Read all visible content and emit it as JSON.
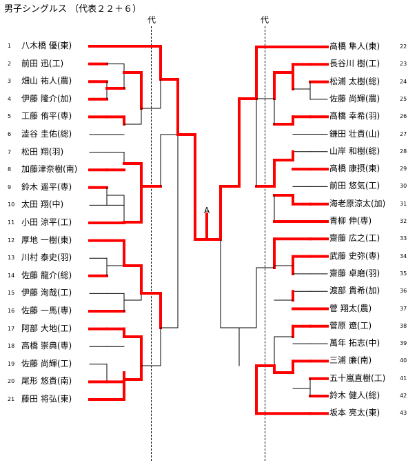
{
  "title": "男子シングルス （代表２２＋６）",
  "marks": {
    "left": "代",
    "right": "代",
    "center": "A"
  },
  "colors": {
    "line": "#000000",
    "win": "#ff0000"
  },
  "left_players": [
    {
      "seed": "1",
      "name": "八木橋 優(東)"
    },
    {
      "seed": "2",
      "name": "前田 迅(工)"
    },
    {
      "seed": "3",
      "name": "畑山 祐人(農)"
    },
    {
      "seed": "4",
      "name": "伊藤 隆介(加)"
    },
    {
      "seed": "5",
      "name": "工藤 侑平(専)"
    },
    {
      "seed": "6",
      "name": "澁谷 圭佑(総)"
    },
    {
      "seed": "7",
      "name": "松田 翔(羽)"
    },
    {
      "seed": "8",
      "name": "加藤津奈樹(南)"
    },
    {
      "seed": "9",
      "name": "鈴木 遥平(専)"
    },
    {
      "seed": "10",
      "name": "太田 翔(中)"
    },
    {
      "seed": "11",
      "name": "小田 涼平(工)"
    },
    {
      "seed": "12",
      "name": "厚地 一樹(東)"
    },
    {
      "seed": "13",
      "name": "川村 泰史(羽)"
    },
    {
      "seed": "14",
      "name": "佐藤 龍介(総)"
    },
    {
      "seed": "15",
      "name": "伊藤 洵哉(工)"
    },
    {
      "seed": "16",
      "name": "佐藤 一馬(専)"
    },
    {
      "seed": "17",
      "name": "阿部 大地(工)"
    },
    {
      "seed": "18",
      "name": "高橋 崇典(専)"
    },
    {
      "seed": "19",
      "name": "佐藤 尚輝(工)"
    },
    {
      "seed": "20",
      "name": "尾形 悠貴(南)"
    },
    {
      "seed": "21",
      "name": "藤田 将弘(東)"
    }
  ],
  "right_players": [
    {
      "seed": "22",
      "name": "髙橋 隼人(東)"
    },
    {
      "seed": "23",
      "name": "長谷川 樹(工)"
    },
    {
      "seed": "24",
      "name": "松浦 太樹(総)"
    },
    {
      "seed": "25",
      "name": "佐藤 尚輝(農)"
    },
    {
      "seed": "26",
      "name": "髙橋 幸希(羽)"
    },
    {
      "seed": "27",
      "name": "鎌田 壮貴(山)"
    },
    {
      "seed": "28",
      "name": "山岸 和樹(総)"
    },
    {
      "seed": "29",
      "name": "髙橋 康摂(東)"
    },
    {
      "seed": "30",
      "name": "前田 悠気(工)"
    },
    {
      "seed": "31",
      "name": "海老原涼太(加)"
    },
    {
      "seed": "32",
      "name": "青柳 伸(専)"
    },
    {
      "seed": "33",
      "name": "齋藤 広之(工)"
    },
    {
      "seed": "34",
      "name": "武藤 史弥(専)"
    },
    {
      "seed": "35",
      "name": "齋藤 卓磨(羽)"
    },
    {
      "seed": "36",
      "name": "渡部 貴希(加)"
    },
    {
      "seed": "37",
      "name": "菅 翔太(農)"
    },
    {
      "seed": "38",
      "name": "菅原 遼(工)"
    },
    {
      "seed": "39",
      "name": "萬年 拓志(中)"
    },
    {
      "seed": "40",
      "name": "三浦 廉(南)"
    },
    {
      "seed": "41",
      "name": "五十嵐直樹(工)"
    },
    {
      "seed": "42",
      "name": "鈴木 健人(総)"
    },
    {
      "seed": "43",
      "name": "坂本 亮太(東)"
    }
  ]
}
